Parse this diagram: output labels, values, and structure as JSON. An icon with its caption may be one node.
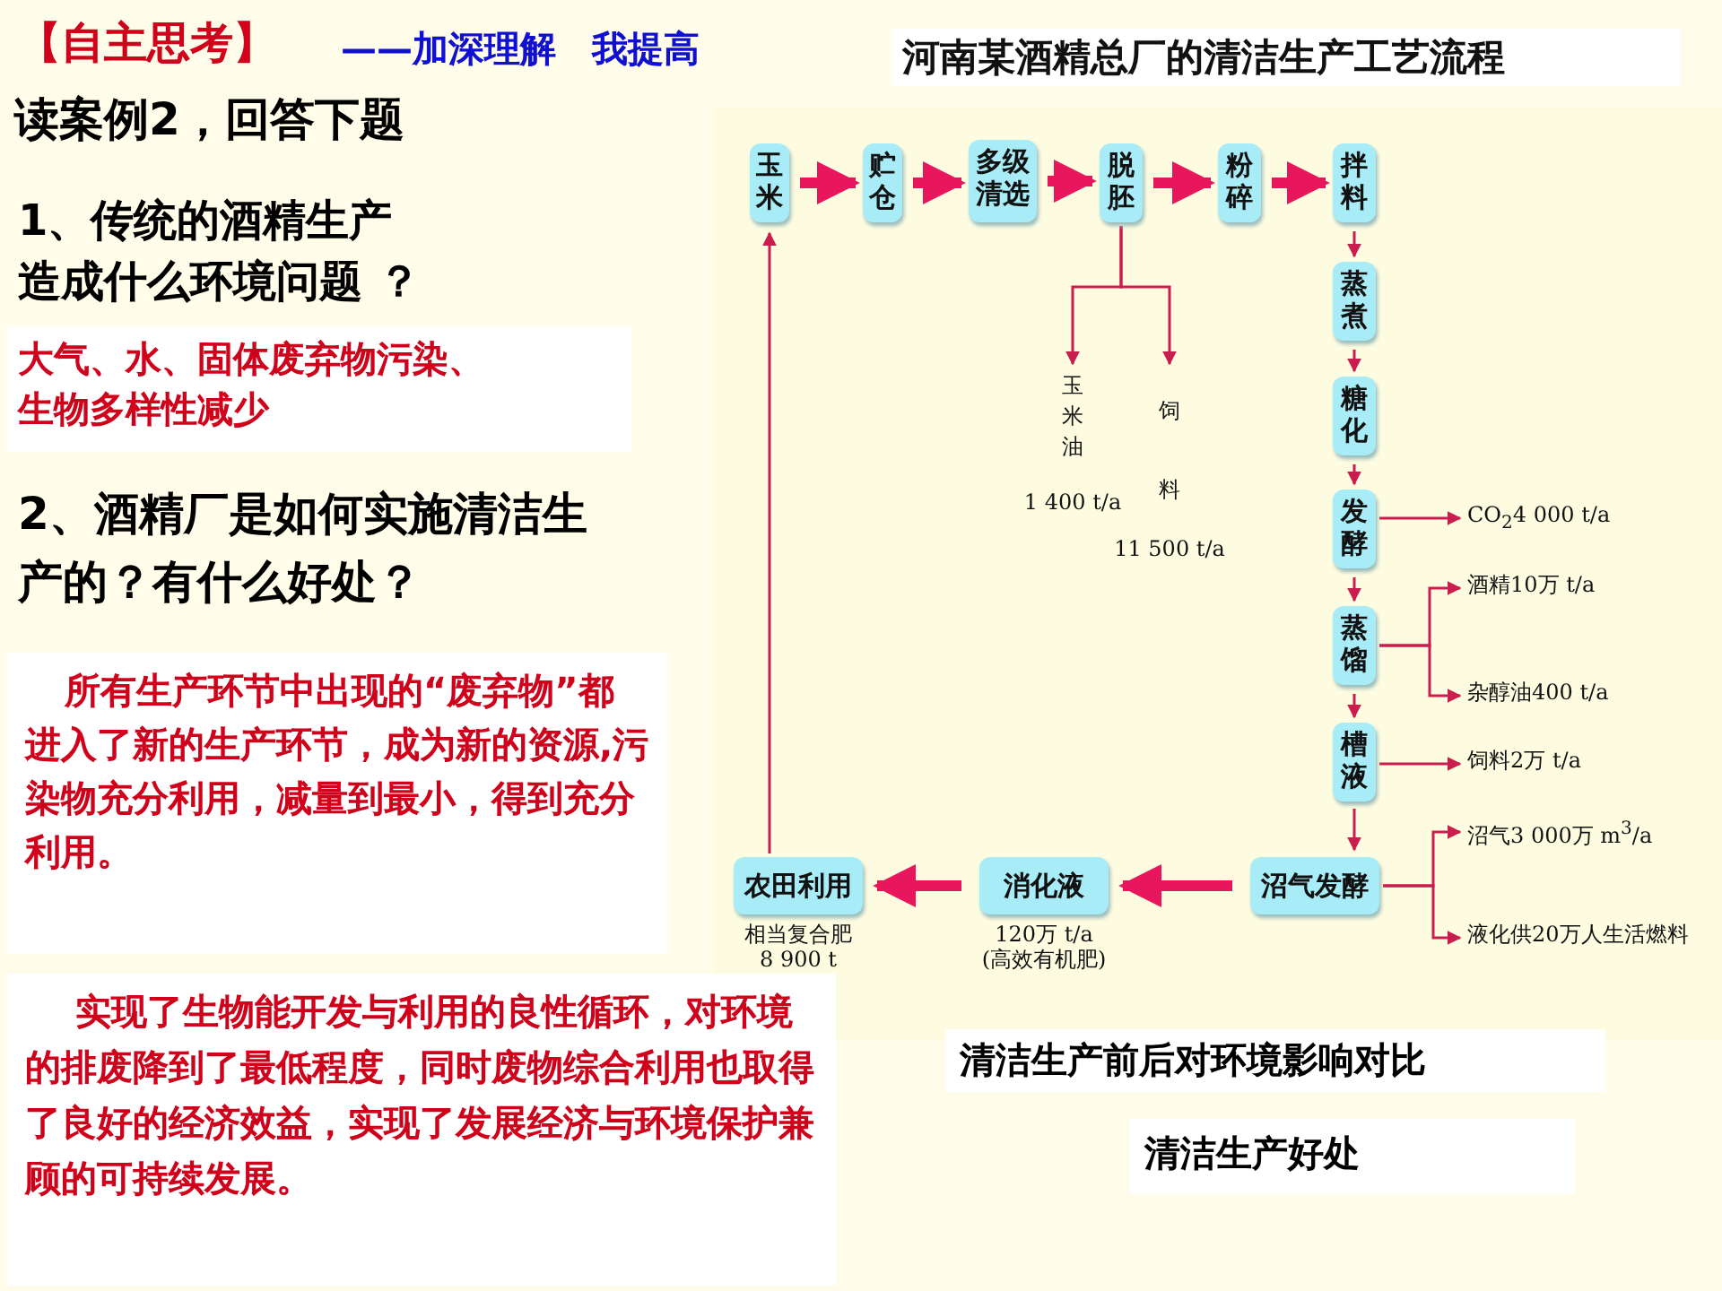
{
  "diagram": {
    "title": "河南某酒精总厂的清洁生产工艺流程",
    "nodes": [
      {
        "text": [
          "玉米"
        ]
      },
      {
        "text": [
          "贮仓"
        ]
      },
      {
        "text": [
          "多级清选"
        ]
      },
      {
        "text": [
          "脱胚"
        ]
      },
      {
        "text": [
          "粉碎"
        ]
      },
      {
        "text": [
          "拌料"
        ]
      },
      {
        "text": [
          "蒸煮"
        ]
      },
      {
        "text": [
          "糖化"
        ]
      },
      {
        "text": [
          "发酵"
        ]
      },
      {
        "text": [
          "蒸馏"
        ]
      },
      {
        "text": [
          "槽液"
        ]
      },
      {
        "text": [
          "沼气发酵"
        ]
      },
      {
        "text": [
          "消化液"
        ],
        "beside": [
          "120万 t/a",
          "(高效有机肥)"
        ]
      },
      {
        "text": [
          "农田利用"
        ],
        "beside": [
          "相当复合肥",
          "8 900 t"
        ]
      },
      {
        "text": [
          "玉米油"
        ],
        "beside": [
          "1 400 t/a"
        ]
      },
      {
        "text": [
          "饲料"
        ],
        "beside": [
          "11 500 t/a"
        ]
      },
      {
        "text": [
          "CO$_{2}$4 000 t/a"
        ]
      },
      {
        "text": [
          "酒精10万 t/a"
        ]
      },
      {
        "text": [
          "杂醇油400 t/a"
        ]
      },
      {
        "text": [
          "饲料2万 t/a"
        ]
      },
      {
        "text": [
          "沼气3 000万 m$^{3}$/a"
        ]
      },
      {
        "text": [
          "液化供20万人生活燃料"
        ]
      }
    ],
    "edges": [
      {
        "from": 0,
        "to": 1,
        "arrow": "to",
        "style": "thick"
      },
      {
        "from": 1,
        "to": 2,
        "arrow": "to",
        "style": "thick"
      },
      {
        "from": 2,
        "to": 3,
        "arrow": "to",
        "style": "thick"
      },
      {
        "from": 3,
        "to": 4,
        "arrow": "to",
        "style": "thick"
      },
      {
        "from": 4,
        "to": 5,
        "arrow": "to",
        "style": "thick"
      },
      {
        "from": 3,
        "to": 14,
        "arrow": "to"
      },
      {
        "from": 3,
        "to": 15,
        "arrow": "to"
      },
      {
        "from": 5,
        "to": 6,
        "arrow": "to"
      },
      {
        "from": 6,
        "to": 7,
        "arrow": "to"
      },
      {
        "from": 7,
        "to": 8,
        "arrow": "to"
      },
      {
        "from": 8,
        "to": 16,
        "arrow": "to"
      },
      {
        "from": 8,
        "to": 9,
        "arrow": "to"
      },
      {
        "from": 9,
        "to": 17,
        "arrow": "to"
      },
      {
        "from": 9,
        "to": 18,
        "arrow": "to"
      },
      {
        "from": 9,
        "to": 10,
        "arrow": "to"
      },
      {
        "from": 10,
        "to": 19,
        "arrow": "to"
      },
      {
        "from": 10,
        "to": 11,
        "arrow": "to"
      },
      {
        "from": 11,
        "to": 20,
        "arrow": "to"
      },
      {
        "from": 11,
        "to": 21,
        "arrow": "to"
      },
      {
        "from": 11,
        "to": 12,
        "arrow": "to",
        "style": "thick"
      },
      {
        "from": 12,
        "to": 13,
        "arrow": "to",
        "style": "thick"
      },
      {
        "from": 13,
        "to": 0,
        "arrow": "to"
      }
    ],
    "labels": [
      "【自主思考】",
      "——加深理解　我提高",
      "读案例2，回答下题",
      "1、传统的酒精生产造成什么环境问题 ？",
      "大气、水、固体废弃物污染、生物多样性减少",
      "2、酒精厂是如何实施清洁生产的？有什么好处？",
      "所有生产环节中出现的“废弃物”都进入了新的生产环节，成为新的资源,污染物充分利用，减量到最小，得到充分利用。",
      "实现了生物能开发与利用的良性循环，对环境的排废降到了最低程度，同时废物综合利用也取得了良好的经济效益，实现了发展经济与环境保护兼顾的可持续发展。",
      "清洁生产前后对环境影响对比",
      "清洁生产好处"
    ]
  }
}
